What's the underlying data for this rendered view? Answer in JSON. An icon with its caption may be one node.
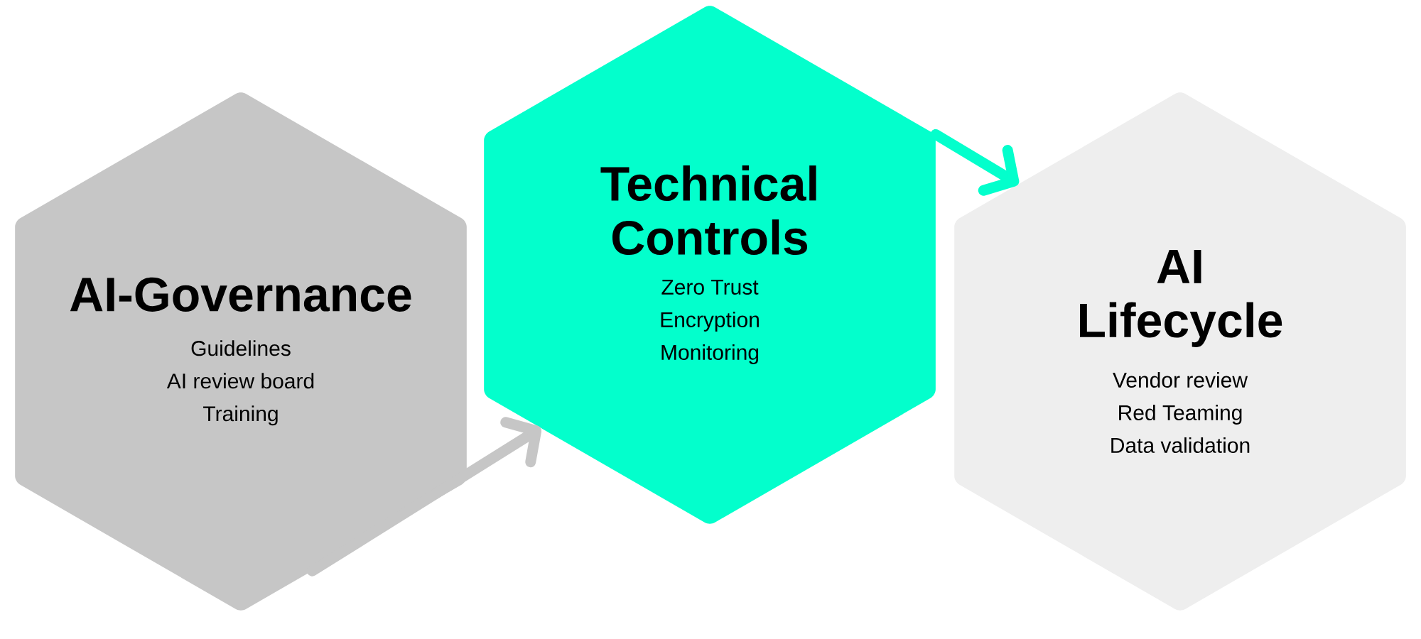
{
  "diagram": {
    "nodes": [
      {
        "text": [
          "AI-Governance",
          "Guidelines",
          "AI review board",
          "Training"
        ]
      },
      {
        "text": [
          "Technical Controls",
          "Zero Trust",
          "Encryption",
          "Monitoring"
        ]
      },
      {
        "text": [
          "AI Lifecycle",
          "Vendor review",
          "Red Teaming",
          "Data validation"
        ]
      }
    ],
    "edges": [
      {
        "from": 0,
        "to": 1,
        "arrow": "to",
        "color": "#c6c6c6"
      },
      {
        "from": 1,
        "to": 2,
        "arrow": "to",
        "color": "#03ffcc"
      }
    ]
  }
}
